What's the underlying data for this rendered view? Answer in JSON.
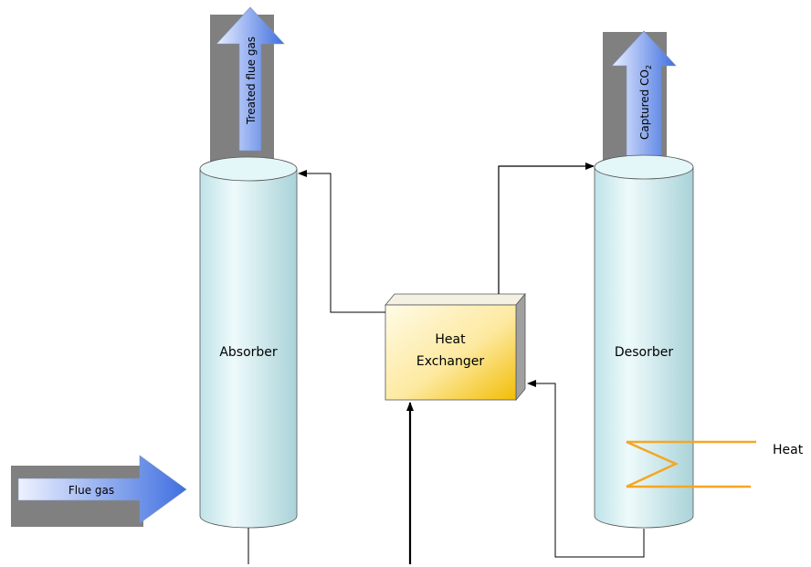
{
  "labels": {
    "treated_flue_gas": "Treated flue gas",
    "captured": "Captured  CO",
    "captured_sub": "2",
    "absorber": "Absorber",
    "heat_exchanger_line1": "Heat",
    "heat_exchanger_line2": "Exchanger",
    "desorber": "Desorber",
    "heat": "Heat",
    "flue_gas": "Flue gas"
  },
  "colors": {
    "column_fill": "#d9f2f4",
    "column_shade": "#a9cfd5",
    "arrow_light": "#e6ecff",
    "arrow_dark": "#3f6fe0",
    "shadow": "#808080",
    "hx_light": "#fff8dc",
    "hx_dark": "#f2c20c",
    "heat_coil": "#f5a623"
  }
}
